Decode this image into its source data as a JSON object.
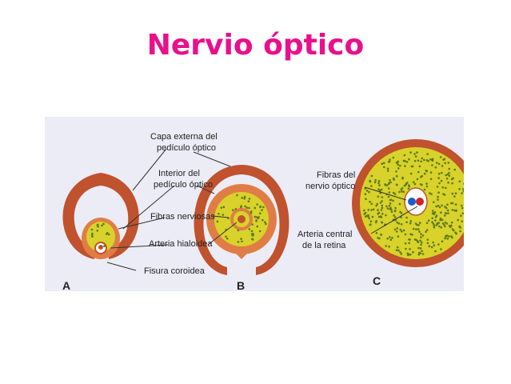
{
  "title": "Nervio óptico",
  "colors": {
    "title": "#e8108c",
    "outer_layer": "#c0522e",
    "inner_layer": "#e07d46",
    "nerve_fibers": "#d8d22a",
    "dots": "#5d7a1c",
    "background_tint": "#ececf6"
  },
  "diagram": {
    "panels": [
      "A",
      "B",
      "C"
    ],
    "labels": {
      "capa_externa_1": "Capa externa del",
      "capa_externa_2": "pedículo óptico",
      "interior_1": "Interior del",
      "interior_2": "pedículo óptico",
      "fibras_nerviosas": "Fibras nerviosas",
      "arteria_hialoidea": "Arteria hialoidea",
      "fisura_coroidea": "Fisura coroidea",
      "fibras_del_1": "Fibras del",
      "fibras_del_2": "nervio óptico",
      "arteria_central_1": "Arteria central",
      "arteria_central_2": "de la retina"
    }
  }
}
